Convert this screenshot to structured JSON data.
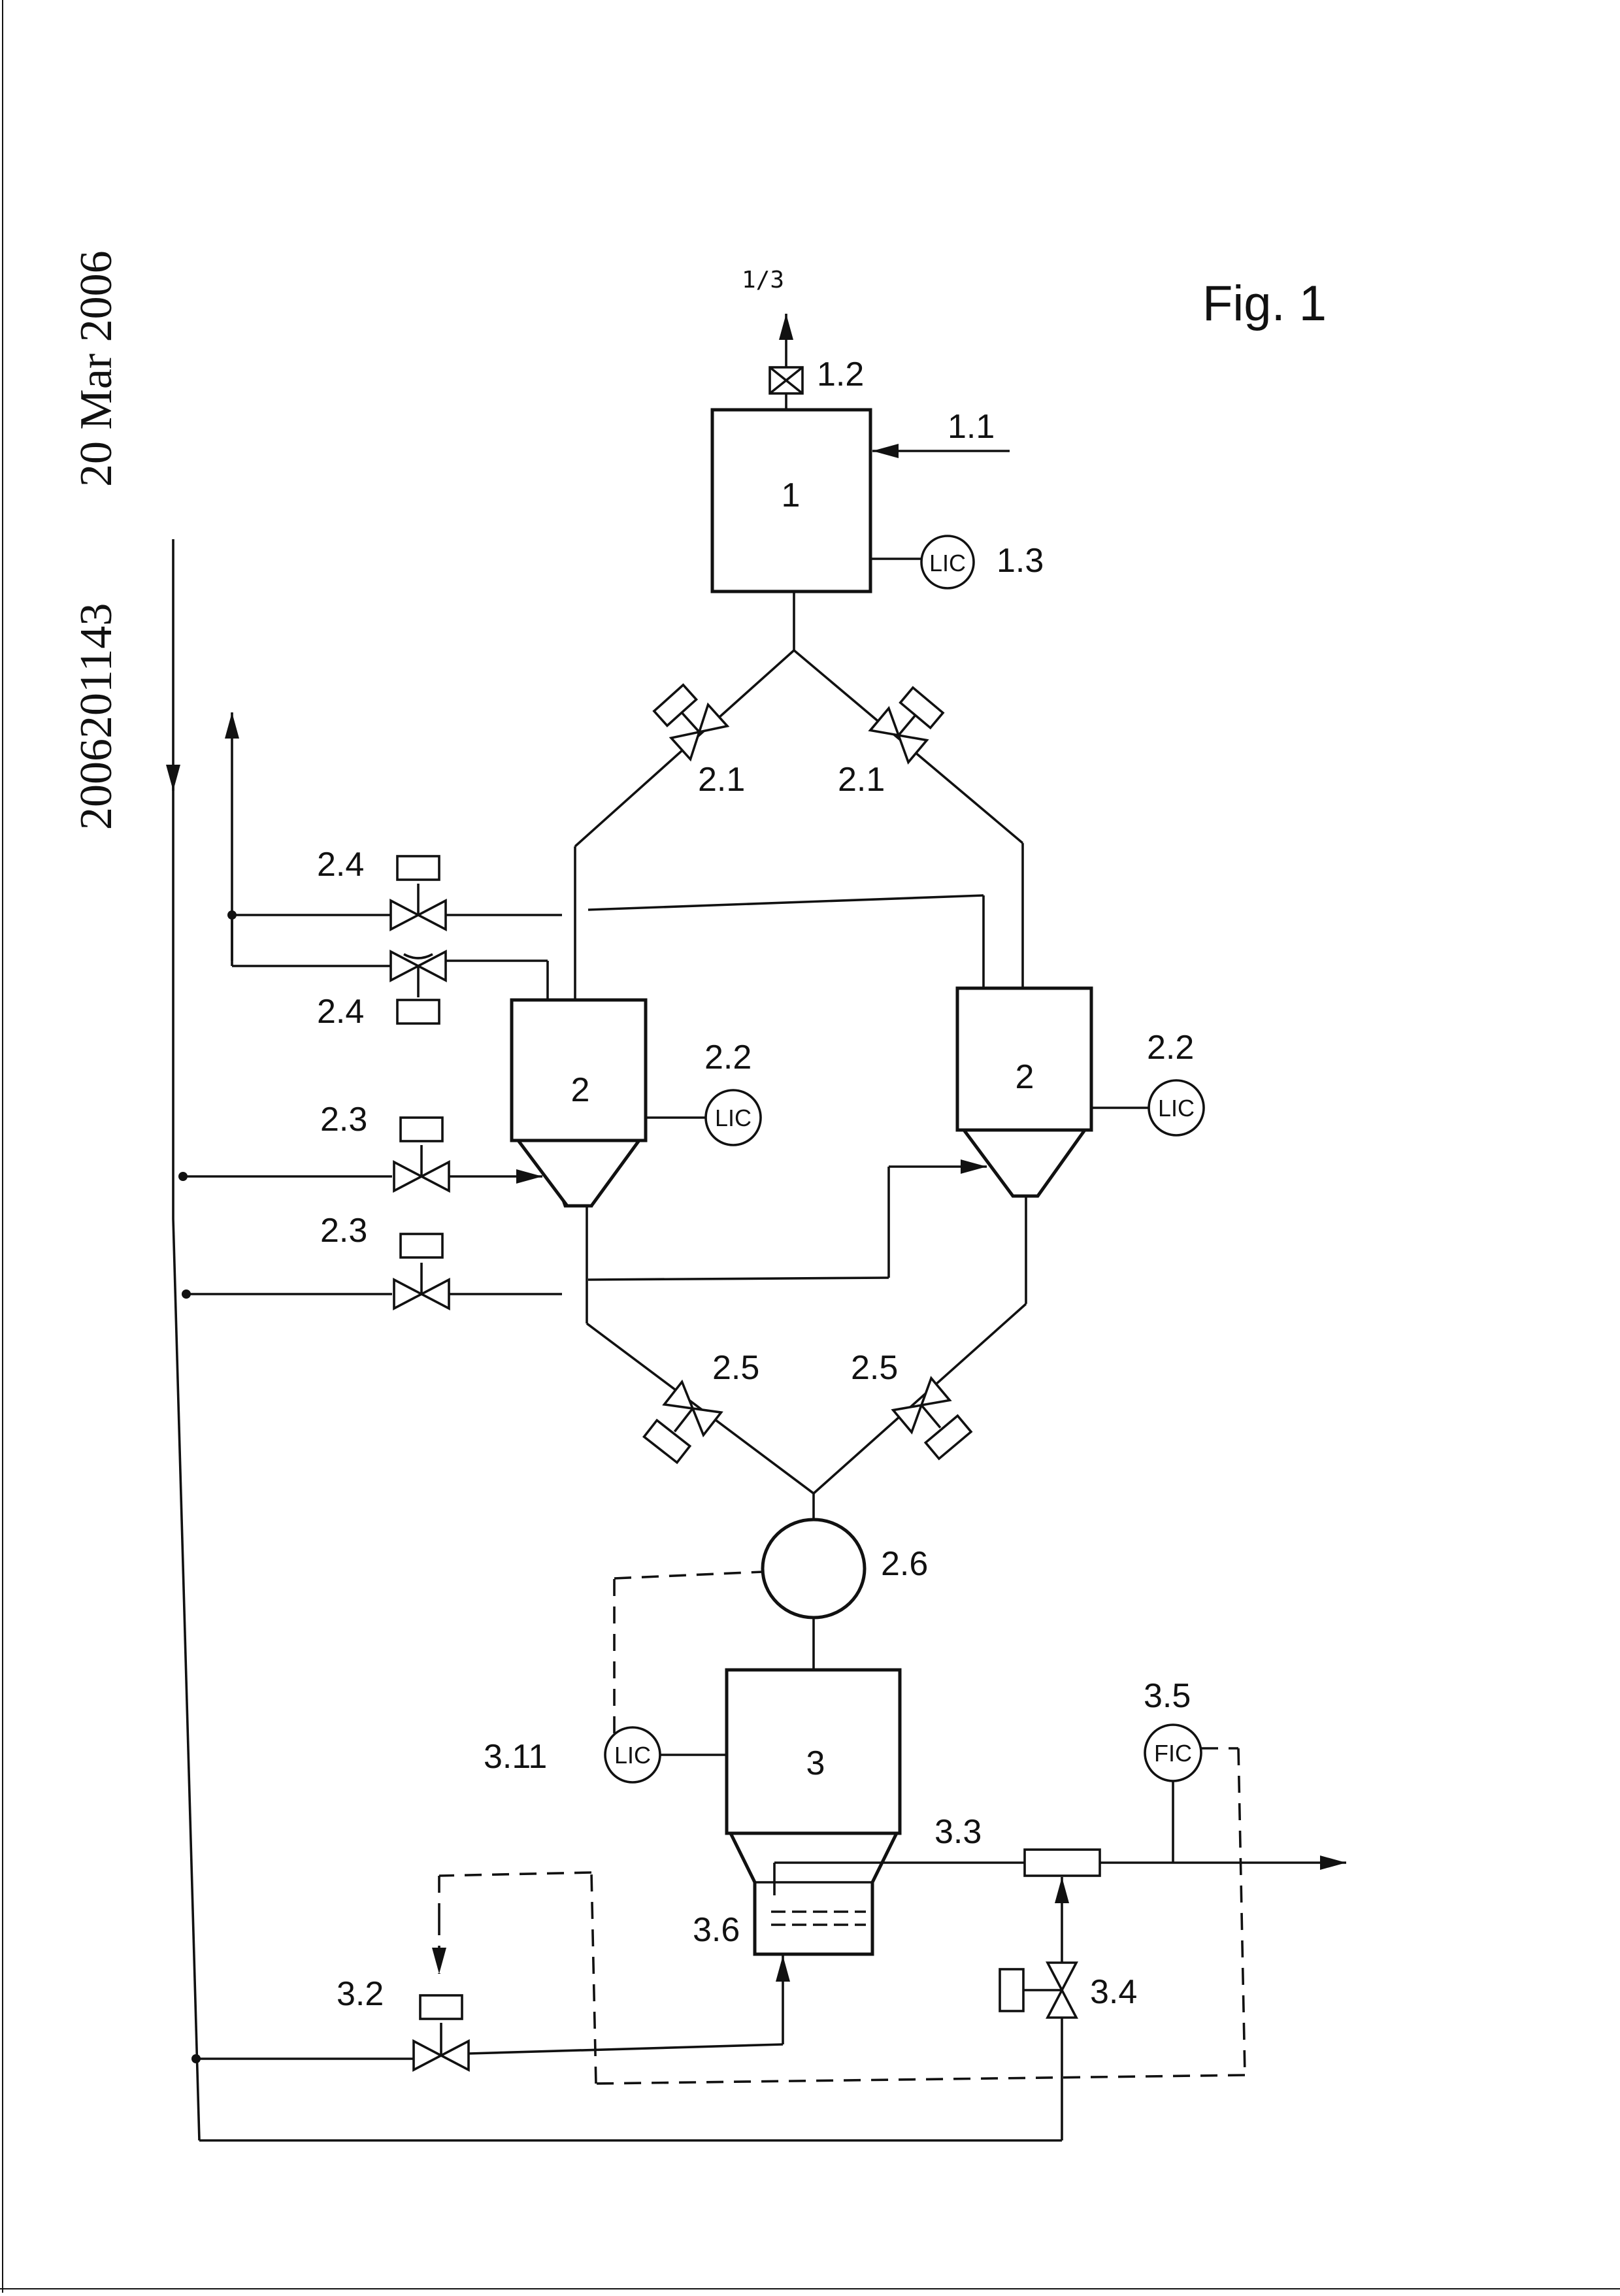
{
  "document": {
    "doc_number": "2006201143",
    "date": "20 Mar 2006",
    "figure_title": "Fig. 1"
  },
  "labels": {
    "vent": "1/3",
    "feed_1_1": "1.1",
    "filter_1_2": "1.2",
    "vessel_1": "1",
    "level_1_3": "1.3",
    "valve_2_1_left": "2.1",
    "valve_2_1_right": "2.1",
    "valve_2_4_top": "2.4",
    "valve_2_4_bottom": "2.4",
    "vessel_2_left": "2",
    "vessel_2_right": "2",
    "level_2_2_left": "2.2",
    "level_2_2_right": "2.2",
    "valve_2_3_top": "2.3",
    "valve_2_3_bottom": "2.3",
    "valve_2_5_left": "2.5",
    "valve_2_5_right": "2.5",
    "pump_2_6": "2.6",
    "vessel_3": "3",
    "level_3_11": "3.11",
    "flow_3_5": "3.5",
    "line_3_3": "3.3",
    "distributor_3_6": "3.6",
    "valve_3_2": "3.2",
    "valve_3_4": "3.4"
  },
  "instruments": {
    "lic": "LIC",
    "fic": "FIC"
  }
}
